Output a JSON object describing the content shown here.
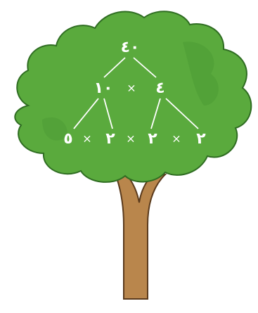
{
  "colors": {
    "foliage": "#5aaa3d",
    "foliage_dark": "#3f8a2c",
    "foliage_outline": "#2f6d22",
    "trunk": "#b9864c",
    "trunk_outline": "#5a3a1c",
    "text": "#ffffff",
    "lines": "#ffffff"
  },
  "factor_tree": {
    "root": "٤٠",
    "level1": {
      "left": "١٠",
      "operator": "×",
      "right": "٤"
    },
    "level2": [
      {
        "value": "٥"
      },
      {
        "value": "٢"
      },
      {
        "value": "٢"
      },
      {
        "value": "٢"
      }
    ],
    "level2_operators": [
      "×",
      "×",
      "×"
    ]
  }
}
